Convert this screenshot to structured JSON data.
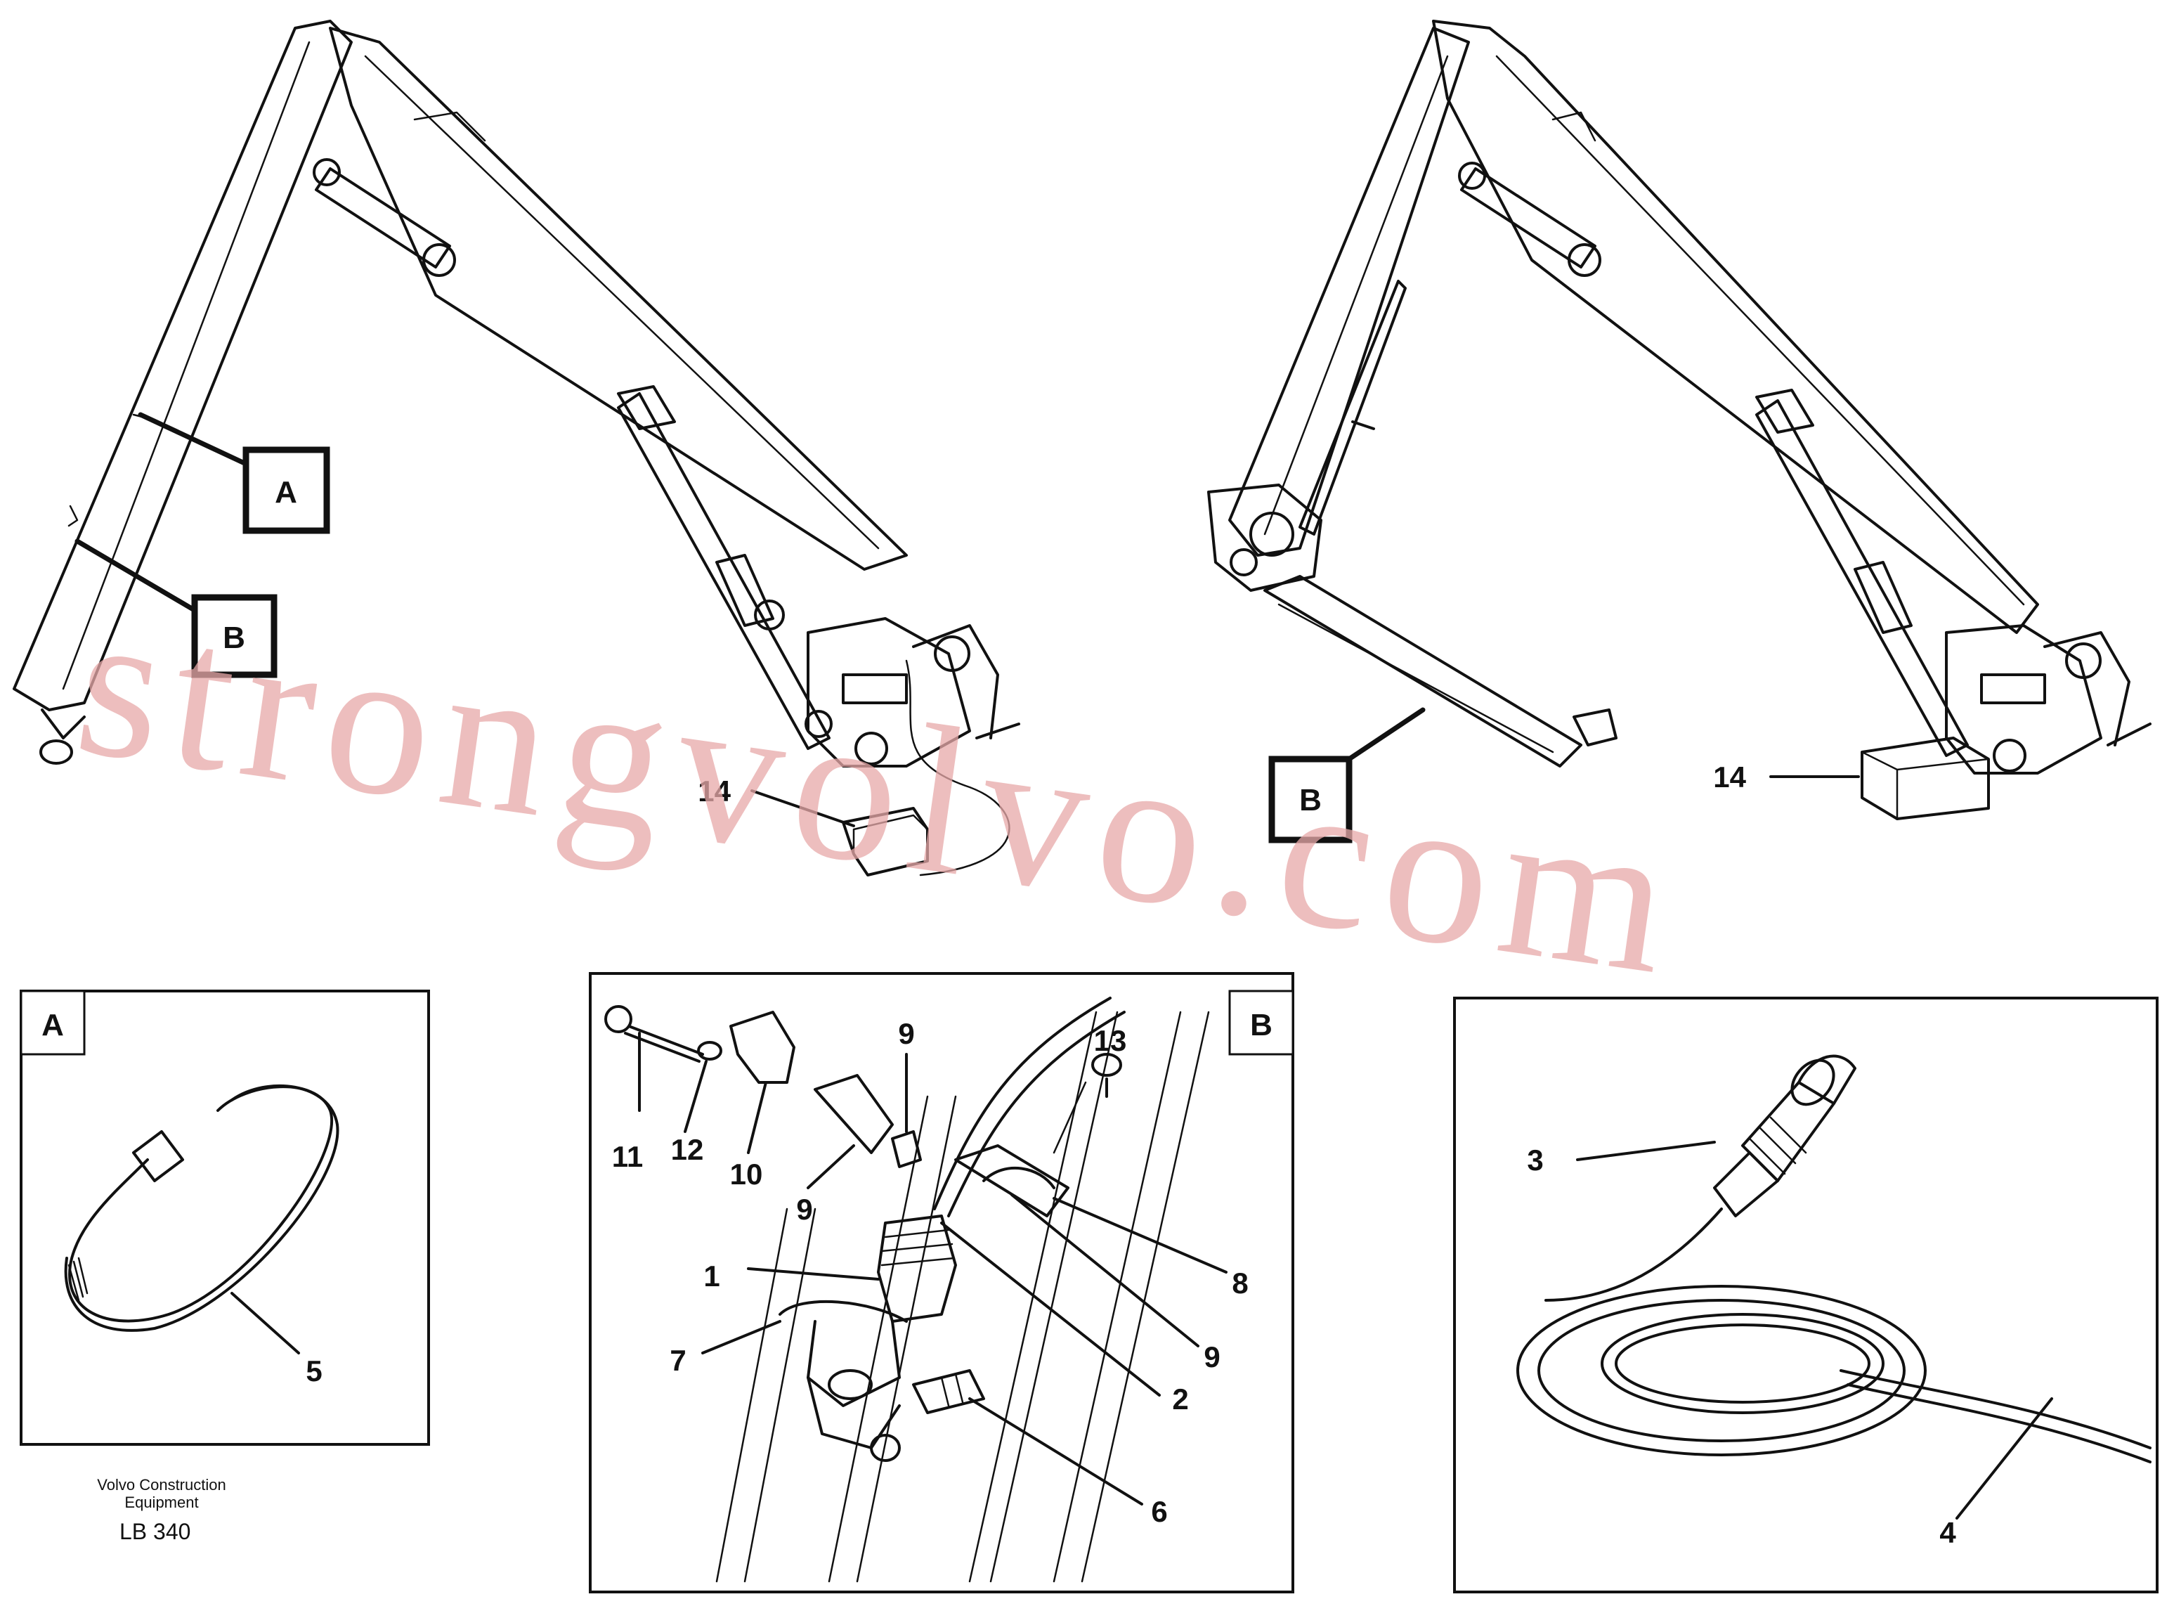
{
  "watermark": "strongvolvo.com",
  "footer": {
    "line1": "Volvo Construction",
    "line2": "Equipment",
    "code": "LB 340"
  },
  "view_tags": {
    "A": "A",
    "B": "B"
  },
  "callouts": {
    "n1": "1",
    "n2": "2",
    "n3": "3",
    "n4": "4",
    "n5": "5",
    "n6": "6",
    "n7": "7",
    "n8": "8",
    "n9": "9",
    "n10": "10",
    "n11": "11",
    "n12": "12",
    "n13": "13",
    "n14": "14"
  }
}
